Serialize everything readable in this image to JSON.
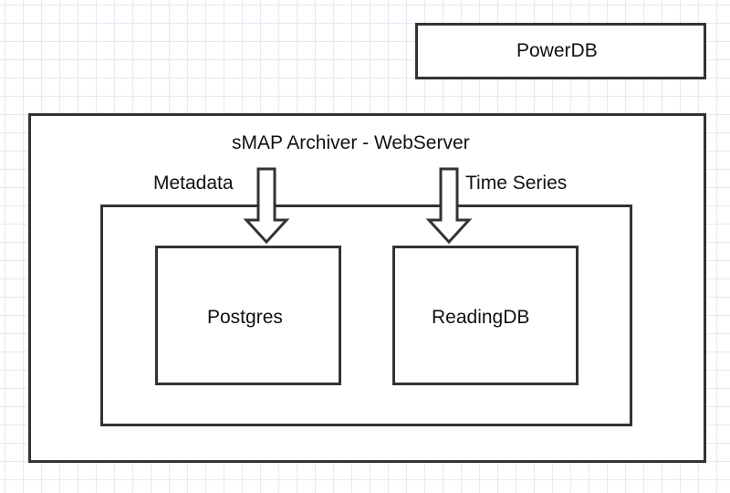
{
  "diagram": {
    "nodes": {
      "powerdb": "PowerDB",
      "archiver": "sMAP Archiver - WebServer",
      "postgres": "Postgres",
      "readingdb": "ReadingDB"
    },
    "edges": {
      "metadata": "Metadata",
      "time_series": "Time Series"
    }
  }
}
